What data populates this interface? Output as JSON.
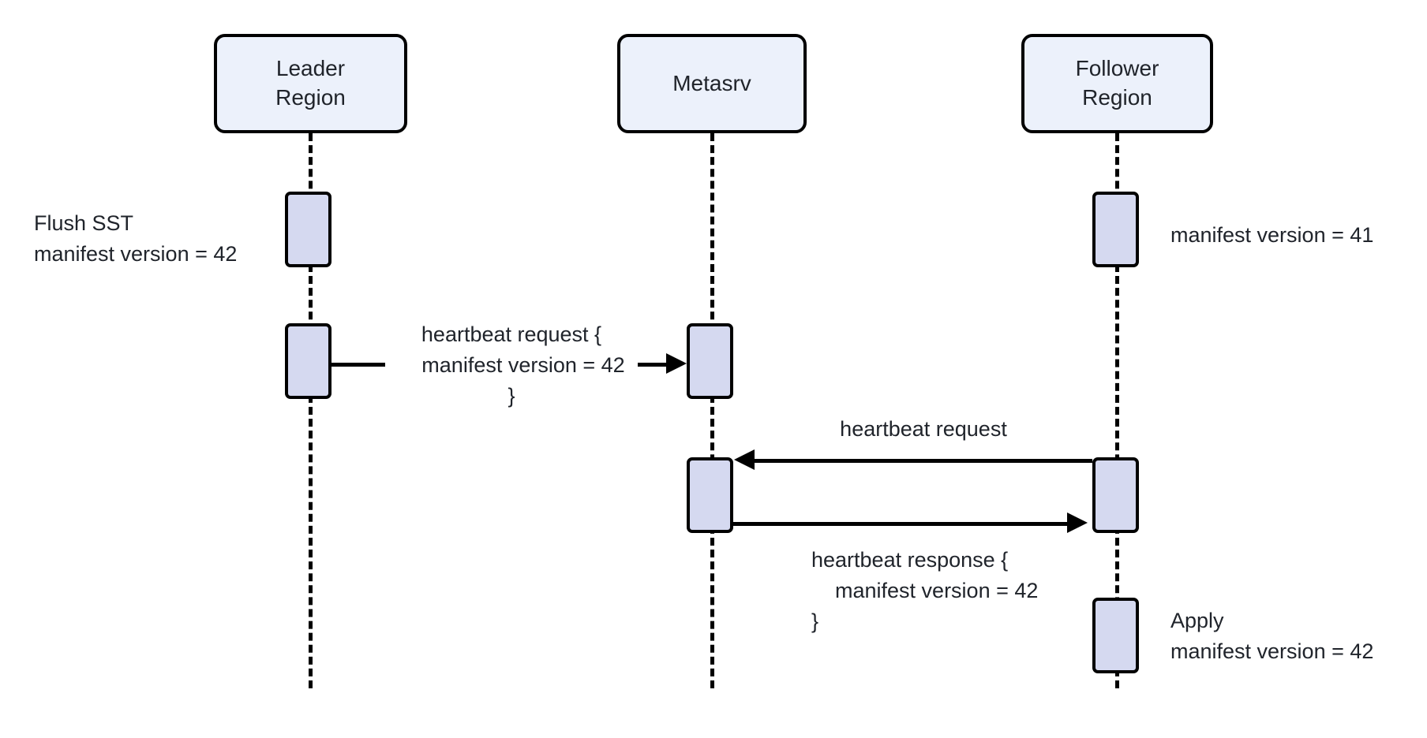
{
  "diagram": {
    "type": "sequence-diagram",
    "title": "",
    "background_color": "#ffffff",
    "participant_fill": "#ecf1fb",
    "activation_fill": "#d5d9f0",
    "stroke_color": "#000000",
    "text_color": "#20242b"
  },
  "participants": [
    {
      "id": "leader",
      "label": "Leader\nRegion"
    },
    {
      "id": "metasrv",
      "label": "Metasrv"
    },
    {
      "id": "follower",
      "label": "Follower\nRegion"
    }
  ],
  "notes": [
    {
      "id": "flush-sst",
      "side": "left",
      "participant": "leader",
      "lines": [
        "Flush SST",
        "manifest version = 42"
      ],
      "text": "Flush SST\nmanifest version = 42"
    },
    {
      "id": "follower-version",
      "side": "right",
      "participant": "follower",
      "lines": [
        "manifest version = 41"
      ],
      "text": "manifest version = 41"
    },
    {
      "id": "apply",
      "side": "right",
      "participant": "follower",
      "lines": [
        "Apply",
        "manifest version = 42"
      ],
      "text": "Apply\nmanifest version = 42"
    }
  ],
  "messages": [
    {
      "id": "leader-heartbeat-request",
      "from": "leader",
      "to": "metasrv",
      "direction": "right",
      "lines": [
        "heartbeat request {",
        "    manifest version = 42",
        "}"
      ],
      "text": "heartbeat request {\n    manifest version = 42\n}"
    },
    {
      "id": "follower-heartbeat-request",
      "from": "follower",
      "to": "metasrv",
      "direction": "left",
      "lines": [
        "heartbeat request"
      ],
      "text": "heartbeat request"
    },
    {
      "id": "metasrv-heartbeat-response",
      "from": "metasrv",
      "to": "follower",
      "direction": "right",
      "lines": [
        "heartbeat response {",
        "    manifest version = 42",
        "}"
      ],
      "text": "heartbeat response {\n    manifest version = 42\n}"
    }
  ]
}
